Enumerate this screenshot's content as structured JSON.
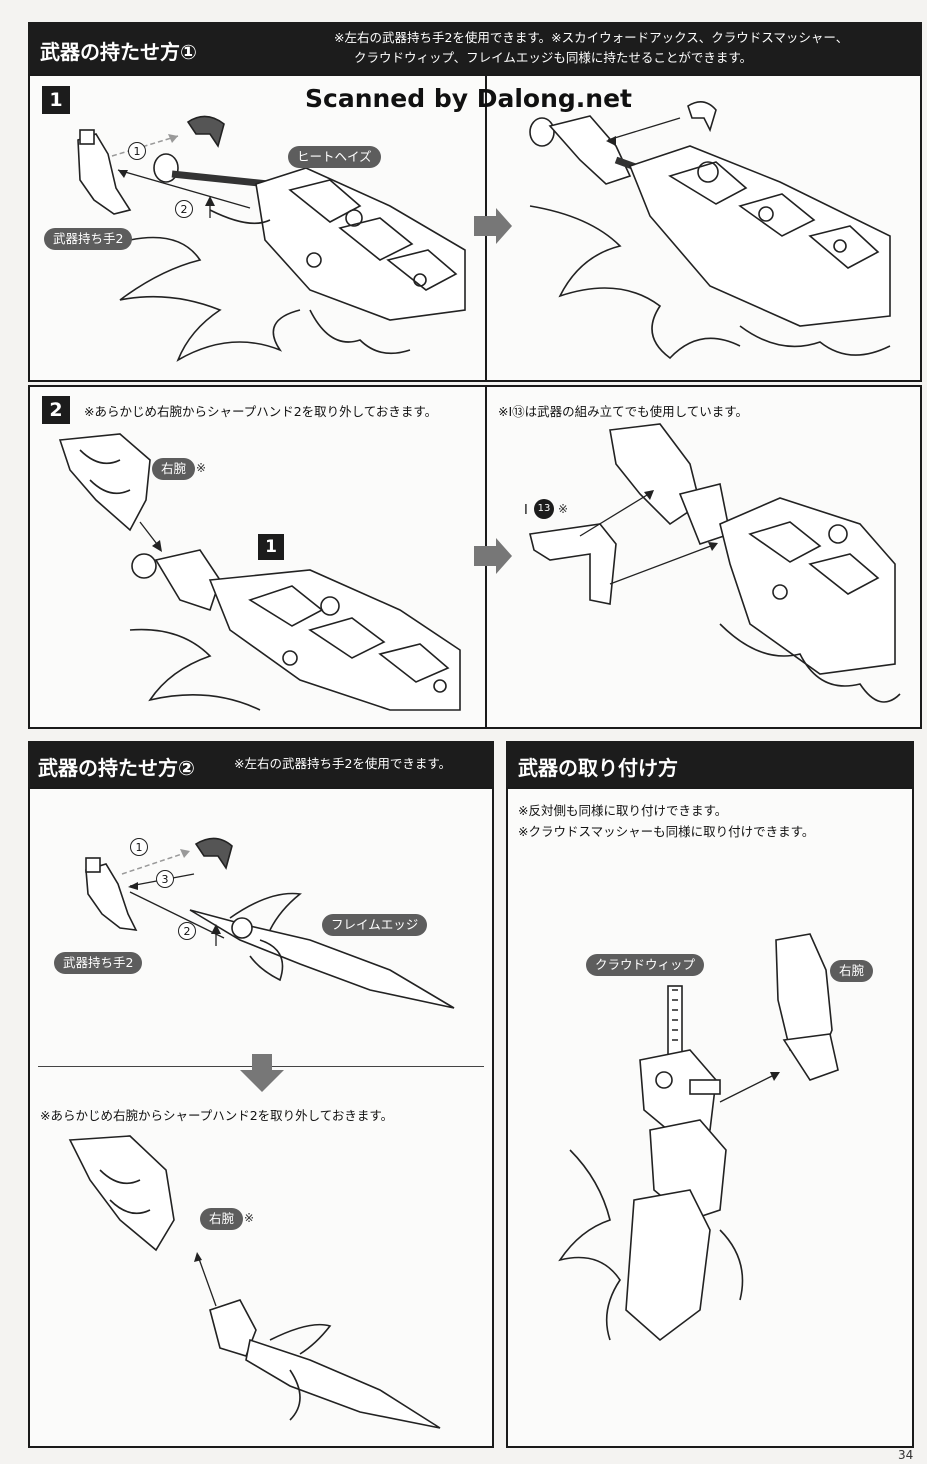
{
  "watermark": "Scanned by Dalong.net",
  "page_number": "34",
  "section1": {
    "title": "武器の持たせ方①",
    "note_line1": "※左右の武器持ち手2を使用できます。※スカイウォードアックス、クラウドスマッシャー、",
    "note_line2": "クラウドウィップ、フレイムエッジも同様に持たせることができます。",
    "step1": {
      "number": "1",
      "label_weapon": "ヒートヘイズ",
      "label_hand": "武器持ち手2",
      "order1": "1",
      "order2": "2"
    },
    "step2": {
      "number": "2",
      "note_left": "※あらかじめ右腕からシャープハンド2を取り外しておきます。",
      "note_right": "※I⑬は武器の組み立てでも使用しています。",
      "label_arm": "右腕",
      "arm_mark": "※",
      "ref_step": "1",
      "part_letter": "I",
      "part_number": "13",
      "part_mark": "※"
    }
  },
  "section2": {
    "title": "武器の持たせ方②",
    "note": "※左右の武器持ち手2を使用できます。",
    "label_weapon": "フレイムエッジ",
    "label_hand": "武器持ち手2",
    "order1": "1",
    "order2": "2",
    "order3": "3",
    "note_after": "※あらかじめ右腕からシャープハンド2を取り外しておきます。",
    "label_arm": "右腕",
    "arm_mark": "※"
  },
  "section3": {
    "title": "武器の取り付け方",
    "note_line1": "※反対側も同様に取り付けできます。",
    "note_line2": "※クラウドスマッシャーも同様に取り付けできます。",
    "label_weapon": "クラウドウィップ",
    "label_arm": "右腕"
  }
}
